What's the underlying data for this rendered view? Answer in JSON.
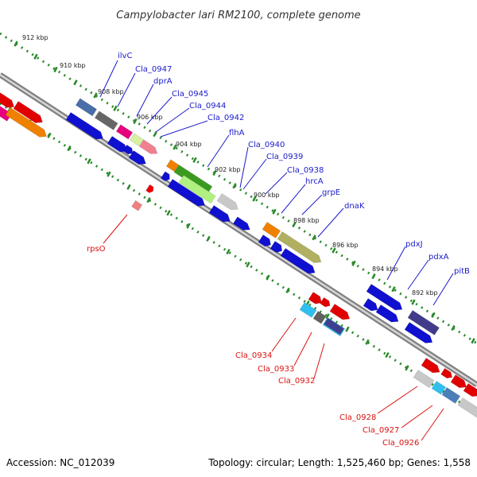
{
  "title": "Campylobacter lari RM2100, complete genome",
  "footer": {
    "accession": "Accession: NC_012039",
    "summary": "Topology: circular; Length: 1,525,460 bp; Genes: 1,558"
  },
  "colors": {
    "forward_label": "#1a1acc",
    "reverse_label": "#dd1111",
    "backbone": "#808080",
    "ticks": "#2a8a2a"
  },
  "kbp_labels": [
    "912 kbp",
    "910 kbp",
    "908 kbp",
    "906 kbp",
    "904 kbp",
    "902 kbp",
    "900 kbp",
    "898 kbp",
    "896 kbp",
    "894 kbp",
    "892 kbp"
  ],
  "forward_genes": [
    "ilvC",
    "Cla_0947",
    "dprA",
    "Cla_0945",
    "Cla_0944",
    "Cla_0942",
    "flhA",
    "Cla_0940",
    "Cla_0939",
    "Cla_0938",
    "hrcA",
    "grpE",
    "dnaK",
    "pdxJ",
    "pdxA",
    "pitB"
  ],
  "reverse_genes": [
    "rpsO",
    "Cla_0934",
    "Cla_0933",
    "Cla_0932",
    "Cla_0928",
    "Cla_0927",
    "Cla_0926"
  ]
}
